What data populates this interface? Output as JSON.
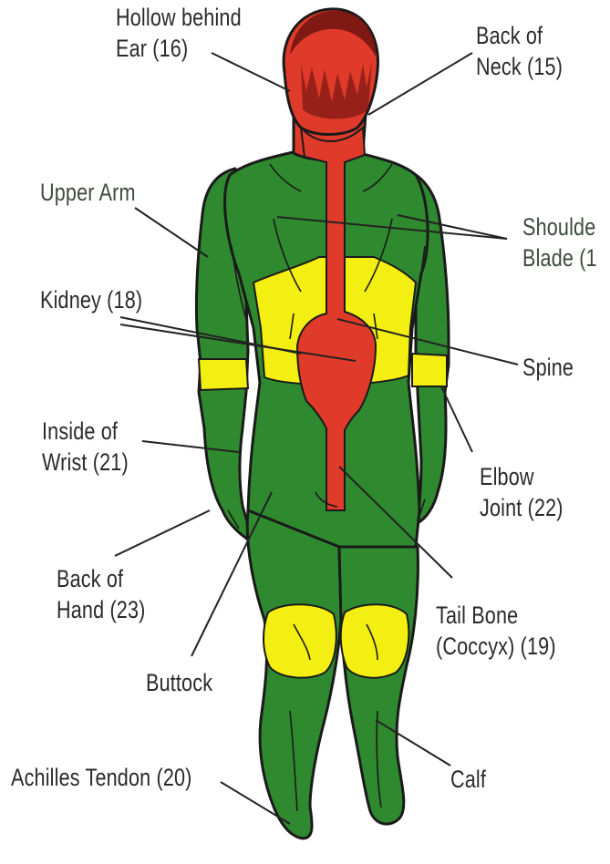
{
  "colors": {
    "body_green": "#2f8a2f",
    "outline": "#1a1a1a",
    "highlight_red": "#e03a2a",
    "highlight_yellow": "#f4ef12",
    "hair": "#6e1410",
    "leader_line": "#222222"
  },
  "labels": {
    "hollow_ear": [
      "Hollow behind",
      "Ear (16)"
    ],
    "back_neck": [
      "Back of",
      "Neck (15)"
    ],
    "upper_arm": [
      "Upper Arm"
    ],
    "shoulder_blade": [
      "Shoulde",
      "Blade (1"
    ],
    "kidney": [
      "Kidney (18)"
    ],
    "spine": [
      "Spine"
    ],
    "inside_wrist": [
      "Inside of",
      "Wrist (21)"
    ],
    "elbow": [
      "Elbow",
      "Joint (22)"
    ],
    "back_hand": [
      "Back of",
      "Hand (23)"
    ],
    "tail_bone": [
      "Tail Bone",
      "(Coccyx) (19)"
    ],
    "buttock": [
      "Buttock"
    ],
    "achilles": [
      "Achilles Tendon (20)"
    ],
    "calf": [
      "Calf"
    ]
  }
}
